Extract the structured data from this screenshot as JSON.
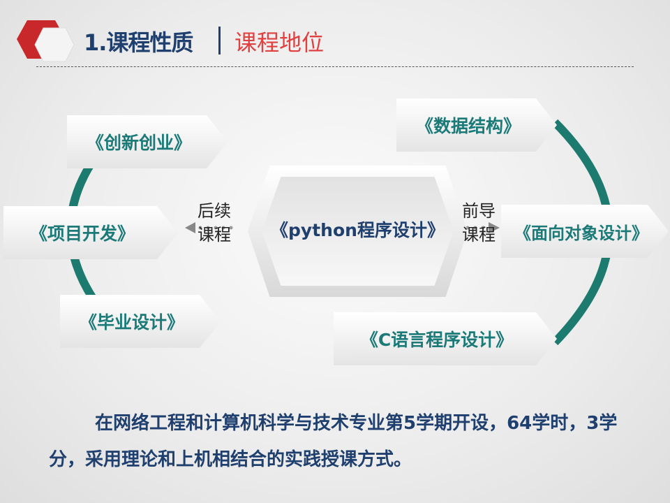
{
  "header": {
    "title": "1.课程性质",
    "subtitle": "课程地位"
  },
  "center_course": "《python程序设计》",
  "left_label": {
    "line1": "后续",
    "line2": "课程"
  },
  "right_label": {
    "line1": "前导",
    "line2": "课程"
  },
  "subsequent_courses": [
    "《创新创业》",
    "《项目开发》",
    "《毕业设计》"
  ],
  "prerequisite_courses": [
    "《数据结构》",
    "《面向对象设计》",
    "《C语言程序设计》"
  ],
  "description": "在网络工程和计算机科学与技术专业第5学期开设，64学时，3学分，采用理论和上机相结合的实践授课方式。",
  "colors": {
    "title": "#1f3f6e",
    "subtitle": "#e0403f",
    "accent": "#1b7a78"
  }
}
